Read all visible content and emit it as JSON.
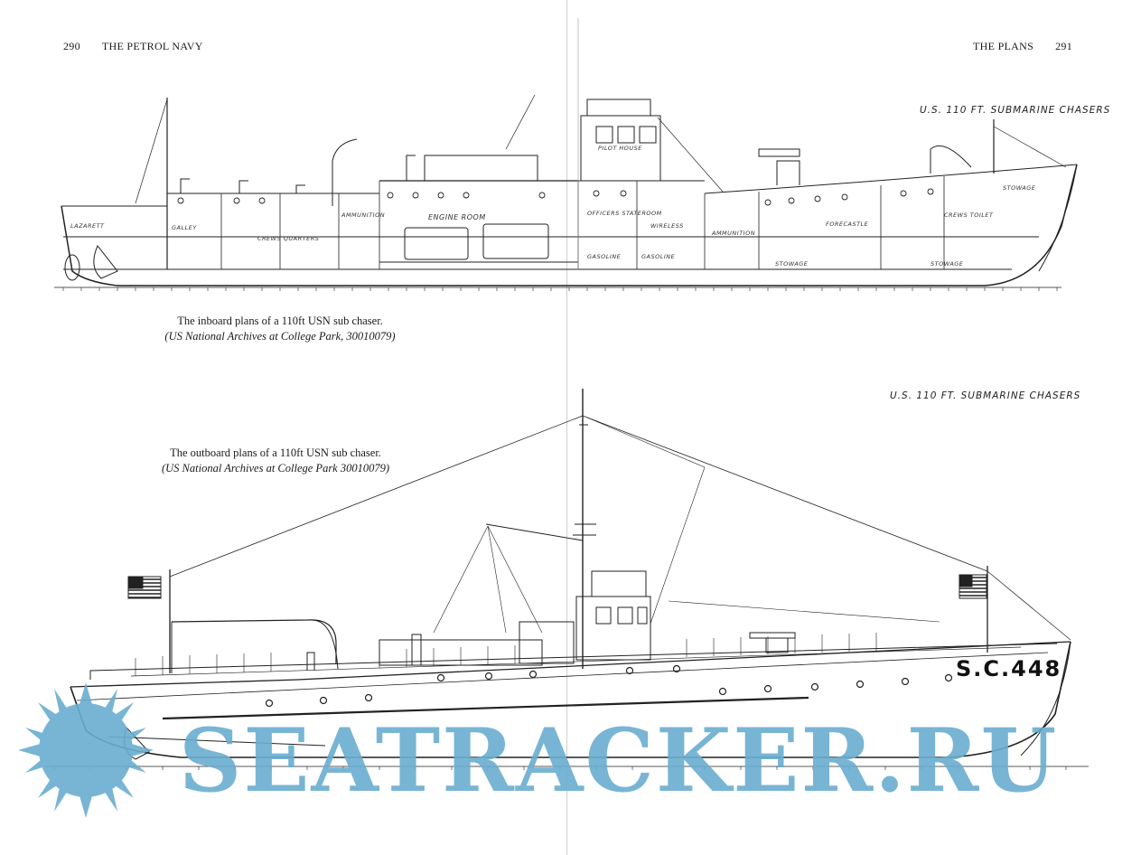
{
  "left_page": {
    "number": "290",
    "running_head": "THE PETROL NAVY"
  },
  "right_page": {
    "running_head": "THE PLANS",
    "number": "291"
  },
  "inboard": {
    "drawing_title": "U.S. 110 FT. SUBMARINE CHASERS",
    "caption": "The inboard plans of a 110ft USN sub chaser.",
    "source": "(US National Archives at College Park, 30010079)",
    "labels": {
      "lazarett": "LAZARETT",
      "galley": "GALLEY",
      "crews_quarters": "CREWS QUARTERS",
      "ammunition_aft": "AMMUNITION",
      "engine_room": "ENGINE ROOM",
      "pilot_house": "PILOT HOUSE",
      "officers_stateroom": "OFFICERS STATEROOM",
      "wireless": "WIRELESS",
      "ammunition_fwd": "AMMUNITION",
      "forecastle": "FORECASTLE",
      "crews_toilet": "CREWS TOILET",
      "stowage_top": "STOWAGE",
      "gasoline_1": "GASOLINE",
      "gasoline_2": "GASOLINE",
      "stowage_lower": "STOWAGE",
      "stowage_bow": "STOWAGE"
    }
  },
  "outboard": {
    "drawing_title": "U.S. 110 FT. SUBMARINE CHASERS",
    "caption": "The outboard plans of a 110ft USN sub chaser.",
    "source": "(US National Archives at College Park 30010079)",
    "hull_number": "S.C.448"
  },
  "watermark": {
    "text": "SEATRACKER.RU",
    "color": "#6aaed0",
    "icon": "sun-burst-icon"
  }
}
